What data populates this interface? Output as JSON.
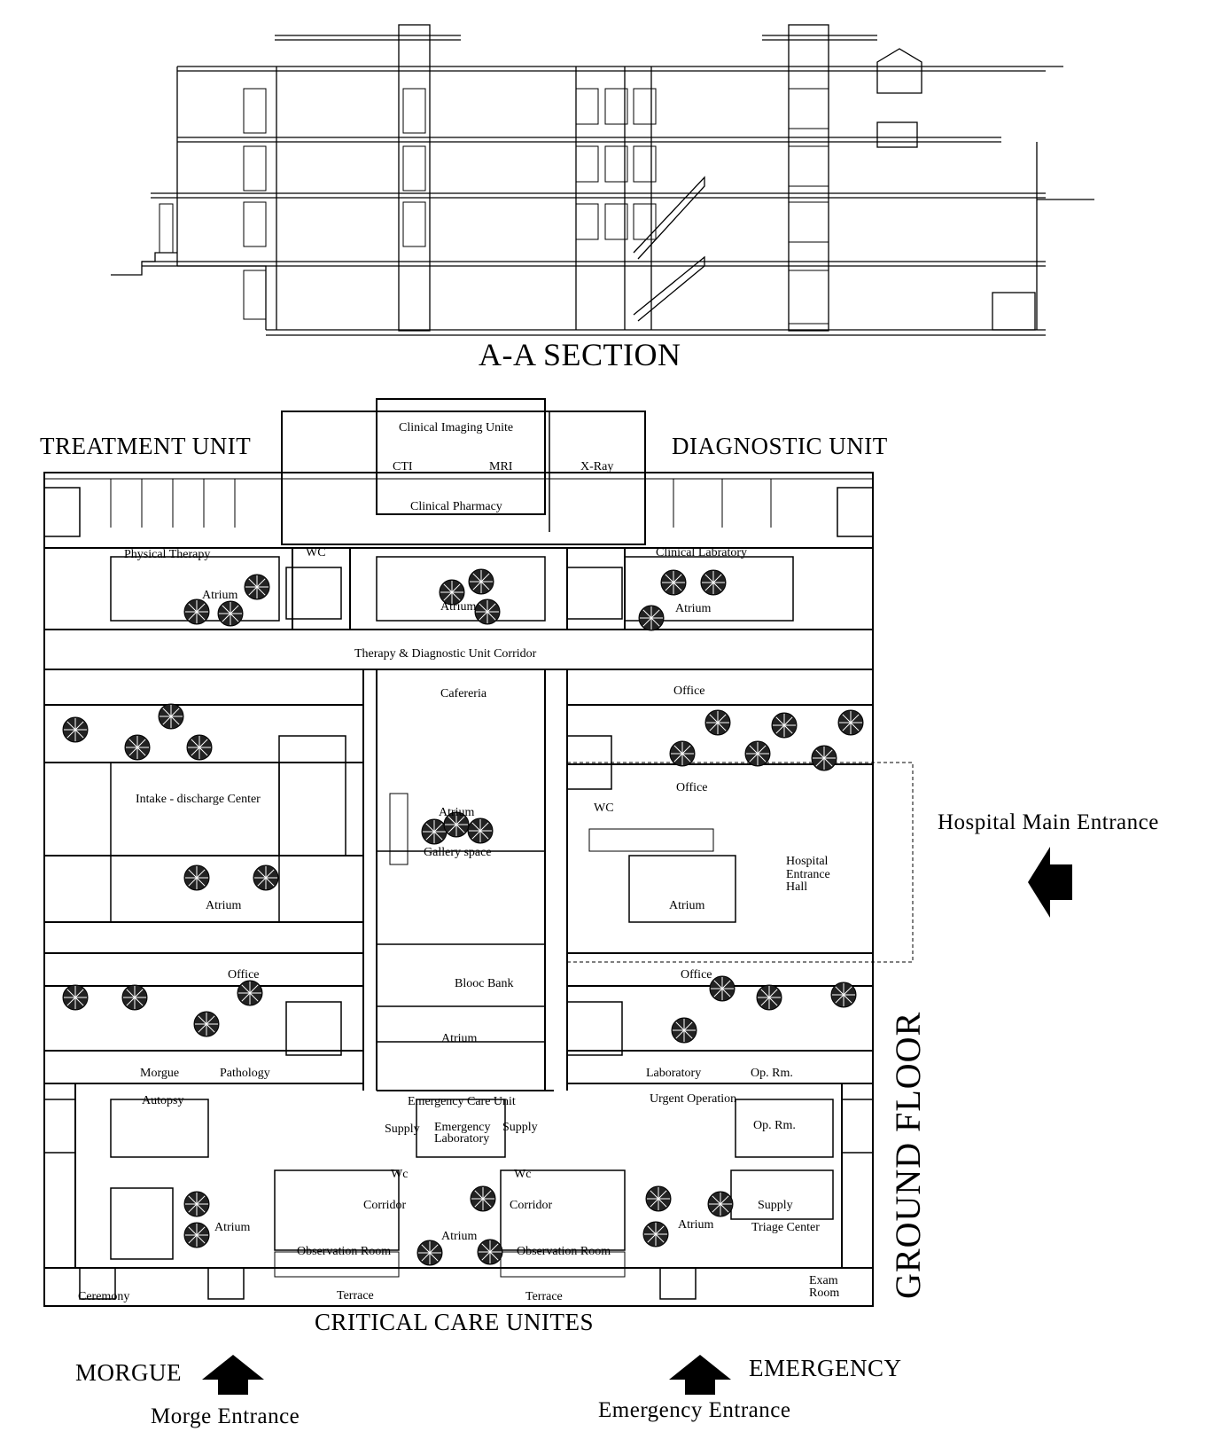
{
  "section": {
    "title": "A-A SECTION"
  },
  "units": {
    "treatment": "TREATMENT UNIT",
    "diagnostic": "DIAGNOSTIC UNIT",
    "critical": "CRITICAL CARE UNITES",
    "floor": "GROUND FLOOR"
  },
  "entrances": {
    "main": "Hospital Main Entrance",
    "morgue_label": "MORGUE",
    "morgue_entrance": "Morge Entrance",
    "emergency_label": "EMERGENCY",
    "emergency_entrance": "Emergency Entrance"
  },
  "rooms": {
    "clinical_imaging": "Clinical Imaging Unite",
    "cti": "CTI",
    "mri": "MRI",
    "xray": "X-Ray",
    "clinical_pharmacy": "Clinical Pharmacy",
    "wc_top": "WC",
    "physical_therapy": "Physical Therapy",
    "clinical_laboratory": "Clinical Labratory",
    "atrium": "Atrium",
    "corridor_main": "Therapy & Diagnostic Unit Corridor",
    "cafeteria": "Cafereria",
    "office": "Office",
    "intake": "Intake - discharge Center",
    "wc_mid": "WC",
    "gallery": "Gallery space",
    "entrance_hall": "Hospital Entrance Hall",
    "blood_bank": "Blooc Bank",
    "morgue": "Morgue",
    "pathology": "Pathology",
    "laboratory": "Laboratory",
    "op_rm": "Op. Rm.",
    "autopsy": "Autopsy",
    "emergency_care": "Emergency Care Unit",
    "urgent_operation": "Urgent Operation",
    "supply": "Supply",
    "emergency_lab": "Emergency Laboratory",
    "wc_small": "Wc",
    "corridor": "Corridor",
    "observation": "Observation Room",
    "terrace": "Terrace",
    "ceremony": "Ceremony",
    "triage": "Triage Center",
    "exam": "Exam Room"
  },
  "colors": {
    "line": "#000000",
    "background": "#ffffff",
    "tree": "#222222"
  }
}
